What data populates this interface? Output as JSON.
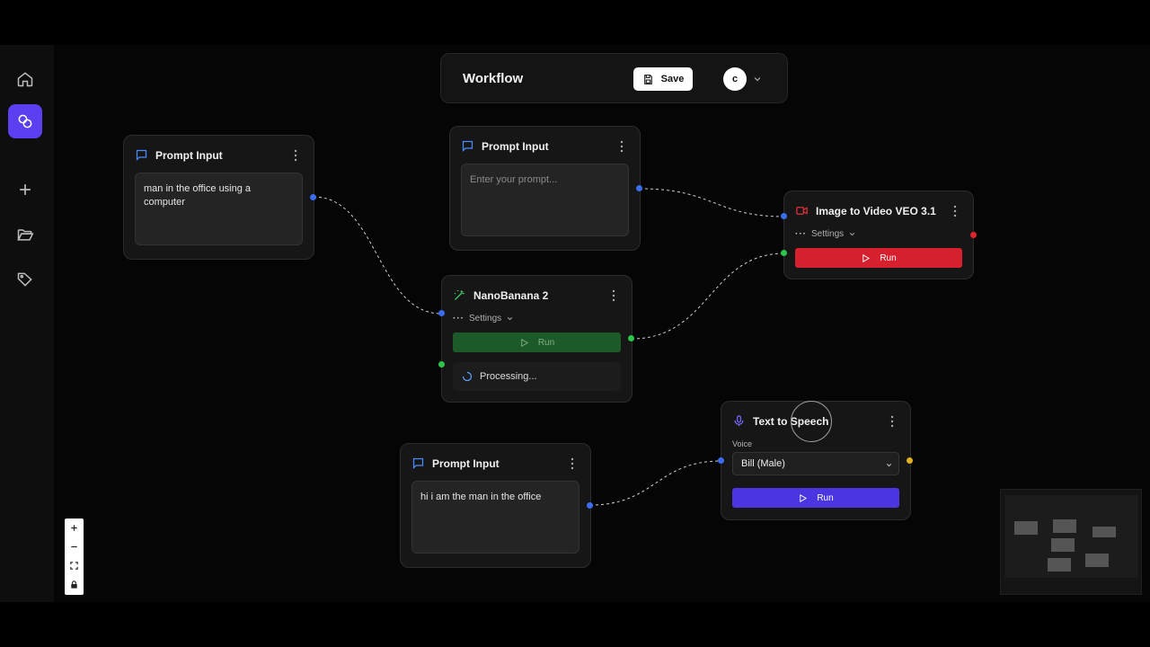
{
  "topbar": {
    "title": "Workflow",
    "save_label": "Save",
    "avatar_initial": "c"
  },
  "sidebar": {
    "items": [
      {
        "icon": "home-icon",
        "active": false
      },
      {
        "icon": "workflow-icon",
        "active": true
      },
      {
        "icon": "plus-icon",
        "active": false
      },
      {
        "icon": "folder-open-icon",
        "active": false
      },
      {
        "icon": "tag-icon",
        "active": false
      }
    ]
  },
  "nodes": {
    "prompt1": {
      "title": "Prompt Input",
      "value": "man in the office using a computer"
    },
    "prompt2": {
      "title": "Prompt Input",
      "placeholder": "Enter your prompt..."
    },
    "prompt3": {
      "title": "Prompt Input",
      "value": "hi i am the man in the office"
    },
    "nanobanana": {
      "title": "NanoBanana 2",
      "settings_label": "Settings",
      "run_label": "Run",
      "status": "Processing..."
    },
    "veo": {
      "title": "Image to Video VEO 3.1",
      "settings_label": "Settings",
      "run_label": "Run"
    },
    "tts": {
      "title": "Text to Speech",
      "voice_label": "Voice",
      "voice_value": "Bill (Male)",
      "run_label": "Run"
    }
  },
  "colors": {
    "accent": "#5b3ff0",
    "run_red": "#d6202d",
    "run_green": "#1d5a29",
    "run_blue": "#4a35e0",
    "handle_blue": "#3a6df0",
    "handle_green": "#2cc54a",
    "handle_red": "#e0242e",
    "handle_yellow": "#e0b020"
  },
  "zoom_controls": [
    "zoom-in-icon",
    "zoom-out-icon",
    "fit-view-icon",
    "lock-icon"
  ]
}
